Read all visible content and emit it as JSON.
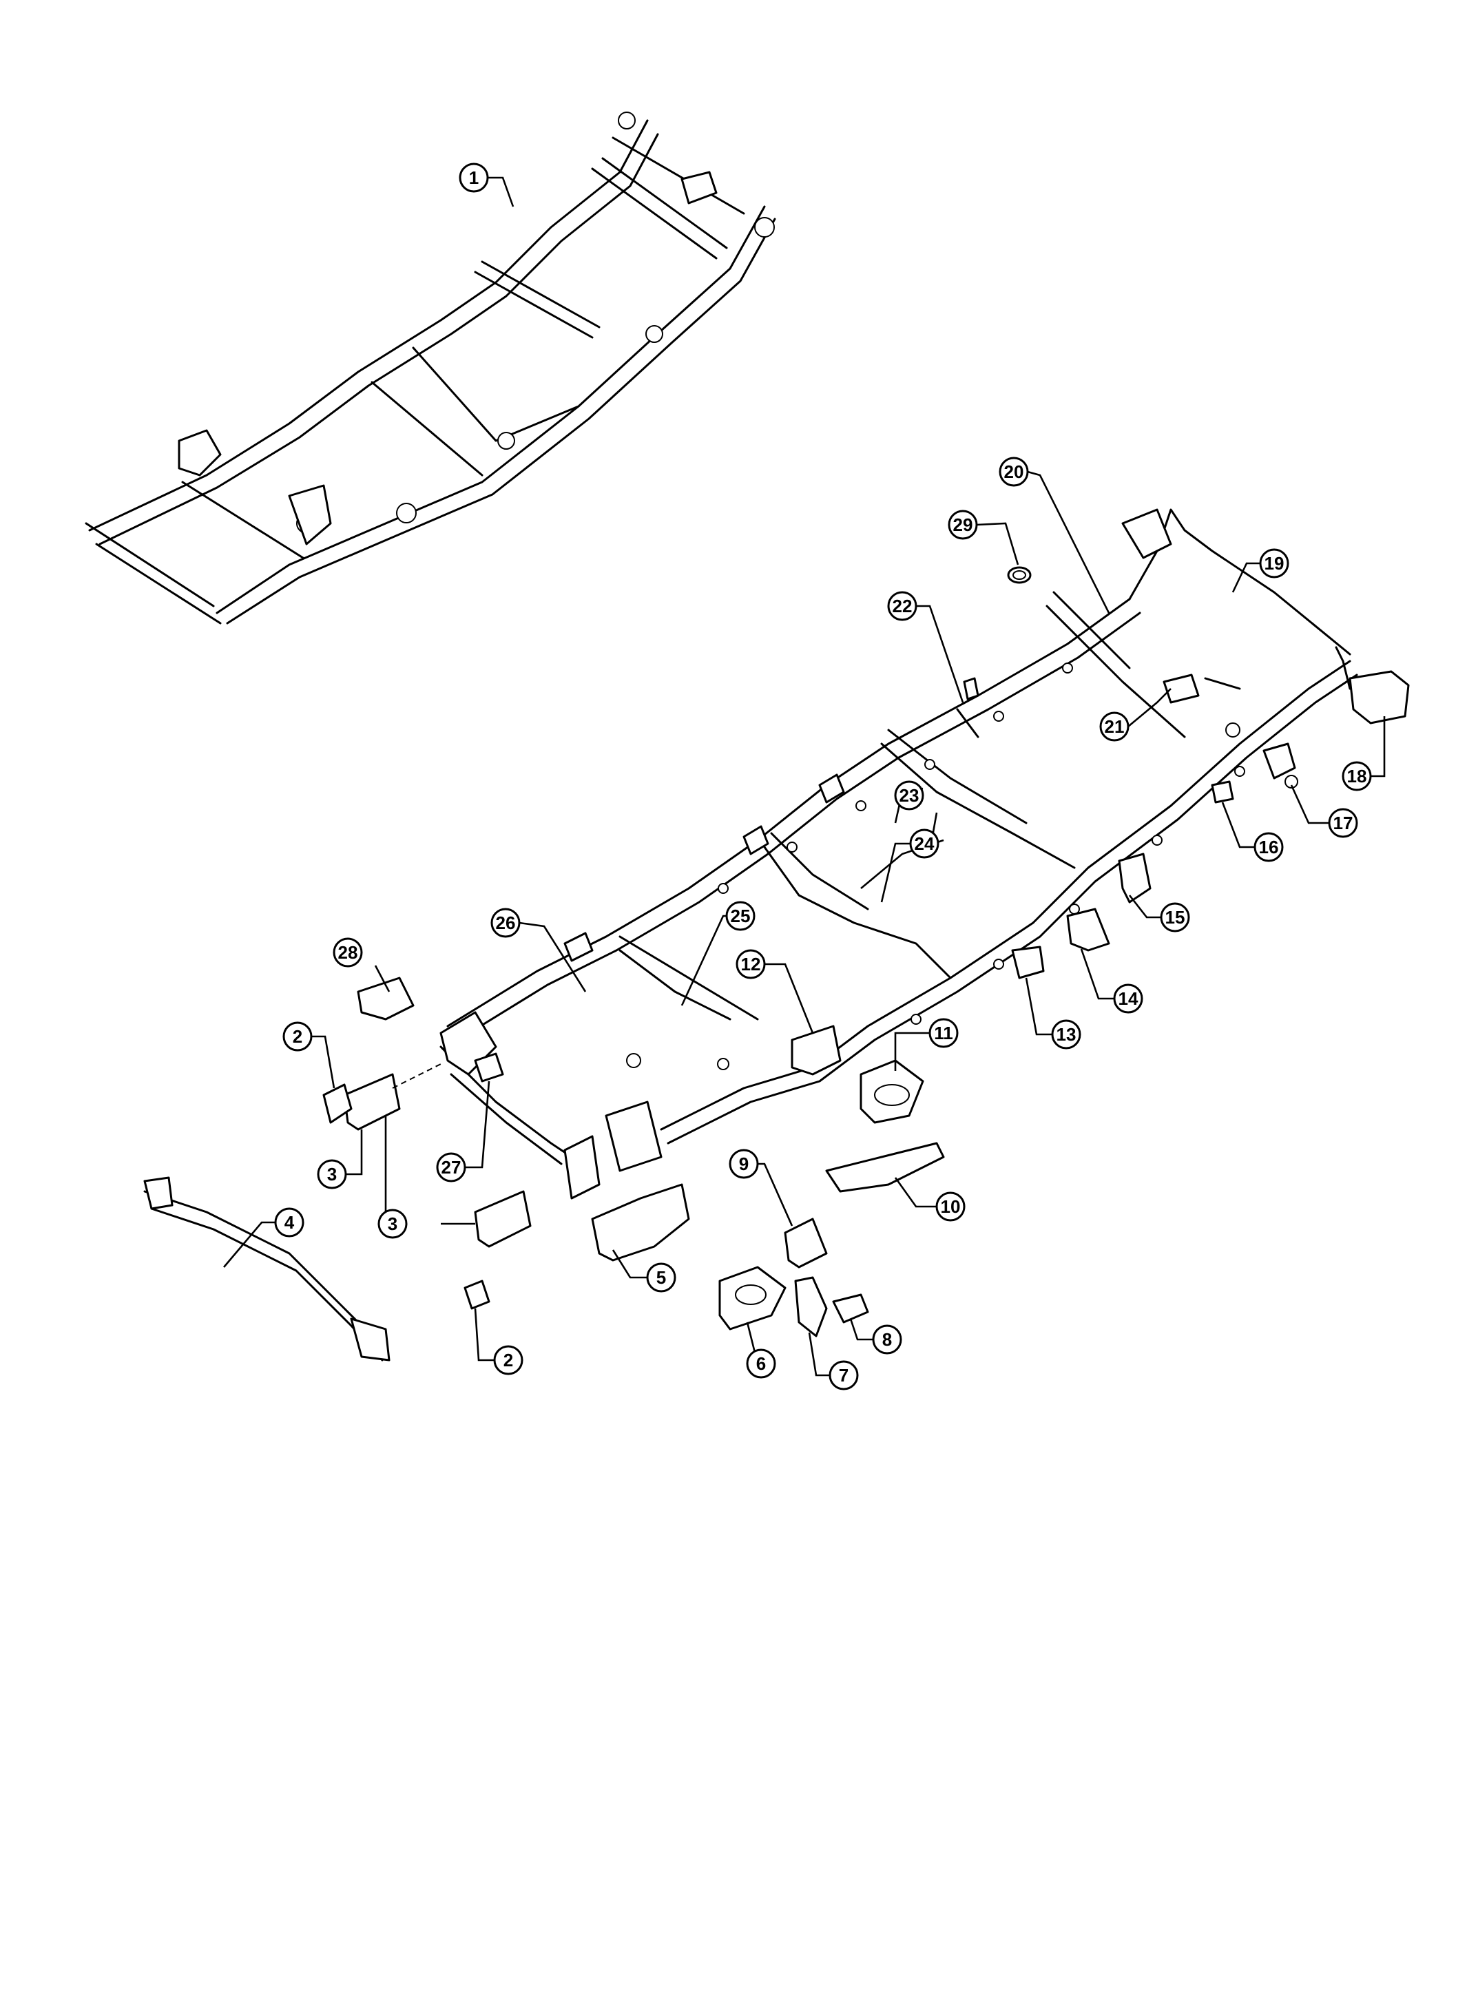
{
  "diagram": {
    "callouts": [
      {
        "id": "1",
        "label": "1"
      },
      {
        "id": "2a",
        "label": "2"
      },
      {
        "id": "2b",
        "label": "2"
      },
      {
        "id": "3a",
        "label": "3"
      },
      {
        "id": "3b",
        "label": "3"
      },
      {
        "id": "4",
        "label": "4"
      },
      {
        "id": "5",
        "label": "5"
      },
      {
        "id": "6",
        "label": "6"
      },
      {
        "id": "7",
        "label": "7"
      },
      {
        "id": "8",
        "label": "8"
      },
      {
        "id": "9",
        "label": "9"
      },
      {
        "id": "10",
        "label": "10"
      },
      {
        "id": "11",
        "label": "11"
      },
      {
        "id": "12",
        "label": "12"
      },
      {
        "id": "13",
        "label": "13"
      },
      {
        "id": "14",
        "label": "14"
      },
      {
        "id": "15",
        "label": "15"
      },
      {
        "id": "16",
        "label": "16"
      },
      {
        "id": "17",
        "label": "17"
      },
      {
        "id": "18",
        "label": "18"
      },
      {
        "id": "19",
        "label": "19"
      },
      {
        "id": "20",
        "label": "20"
      },
      {
        "id": "21",
        "label": "21"
      },
      {
        "id": "22",
        "label": "22"
      },
      {
        "id": "23",
        "label": "23"
      },
      {
        "id": "24",
        "label": "24"
      },
      {
        "id": "25",
        "label": "25"
      },
      {
        "id": "26",
        "label": "26"
      },
      {
        "id": "27",
        "label": "27"
      },
      {
        "id": "28",
        "label": "28"
      },
      {
        "id": "29",
        "label": "29"
      }
    ]
  }
}
